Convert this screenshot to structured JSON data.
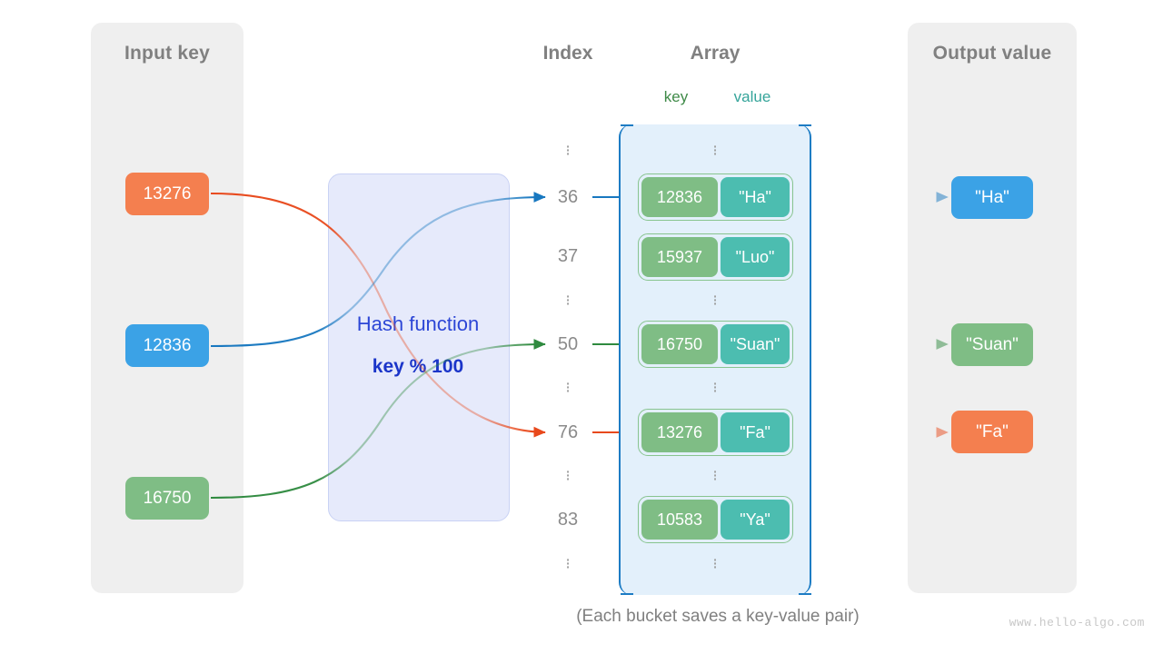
{
  "panels": {
    "input": {
      "title": "Input key"
    },
    "output": {
      "title": "Output value"
    }
  },
  "headings": {
    "index": "Index",
    "array": "Array",
    "key": "key",
    "value": "value"
  },
  "hash": {
    "label": "Hash function",
    "formula": "key % 100"
  },
  "input_keys": [
    {
      "text": "13276",
      "color": "#f47f4f"
    },
    {
      "text": "12836",
      "color": "#3ba2e6"
    },
    {
      "text": "16750",
      "color": "#7fbd85"
    }
  ],
  "output_values": [
    {
      "text": "\"Ha\"",
      "color": "#3ba2e6"
    },
    {
      "text": "\"Suan\"",
      "color": "#7fbd85"
    },
    {
      "text": "\"Fa\"",
      "color": "#f47f4f"
    }
  ],
  "indices": [
    {
      "type": "dots"
    },
    {
      "type": "index",
      "text": "36"
    },
    {
      "type": "index",
      "text": "37"
    },
    {
      "type": "dots"
    },
    {
      "type": "index",
      "text": "50"
    },
    {
      "type": "dots"
    },
    {
      "type": "index",
      "text": "76"
    },
    {
      "type": "dots"
    },
    {
      "type": "index",
      "text": "83"
    },
    {
      "type": "dots"
    }
  ],
  "buckets": [
    {
      "key": "12836",
      "value": "\"Ha\"",
      "index": "36"
    },
    {
      "key": "15937",
      "value": "\"Luo\"",
      "index": "37"
    },
    {
      "key": "16750",
      "value": "\"Suan\"",
      "index": "50"
    },
    {
      "key": "13276",
      "value": "\"Fa\"",
      "index": "76"
    },
    {
      "key": "10583",
      "value": "\"Ya\"",
      "index": "83"
    }
  ],
  "mappings": [
    {
      "key": "13276",
      "index": "76",
      "value": "\"Fa\"",
      "color": "#e8491c"
    },
    {
      "key": "12836",
      "index": "36",
      "value": "\"Ha\"",
      "color": "#1878c0"
    },
    {
      "key": "16750",
      "index": "50",
      "value": "\"Suan\"",
      "color": "#2f8a3f"
    }
  ],
  "caption": "(Each bucket saves a key-value pair)",
  "watermark": "www.hello-algo.com",
  "colors": {
    "panel_bg": "#efefef",
    "array_bg": "#e3f0fb",
    "array_border": "#1d7cc4",
    "hash_bg": "#e6eafb",
    "hash_text": "#2c46d6",
    "key_cell": "#7fbd85",
    "value_cell": "#4cbdb0",
    "heading_gray": "#808080"
  }
}
